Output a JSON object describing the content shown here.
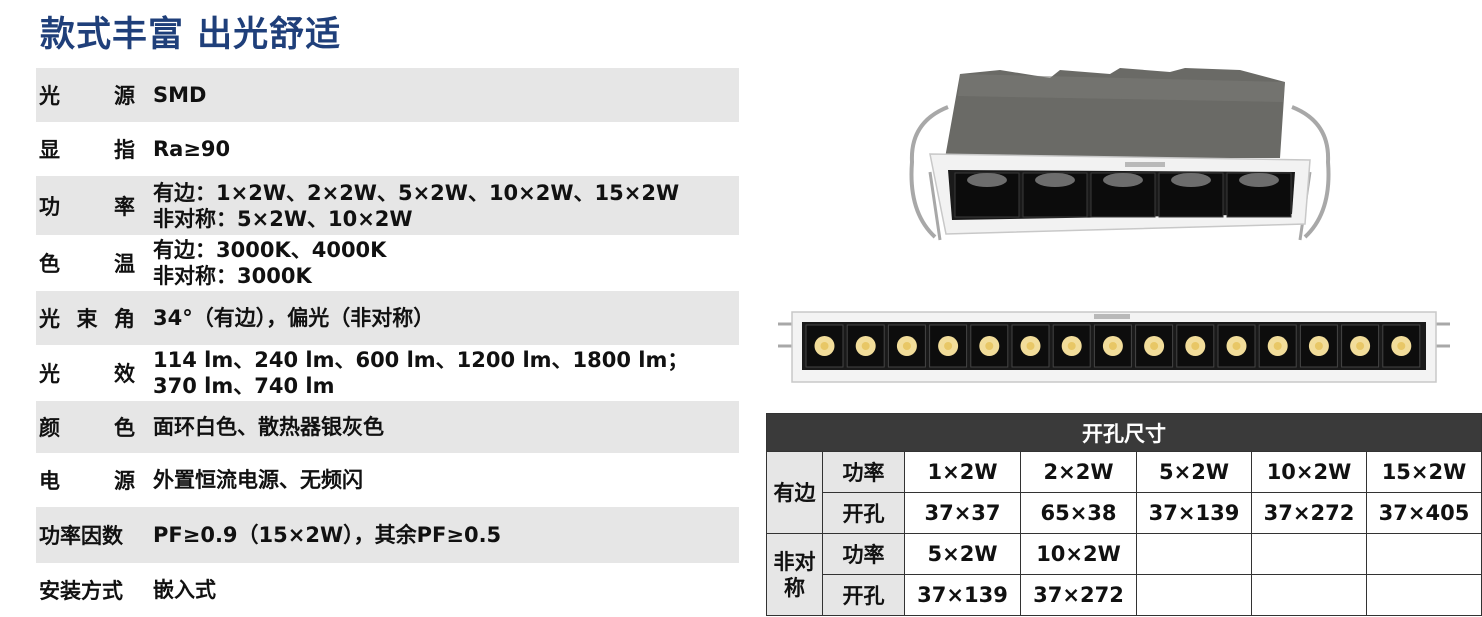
{
  "title": "款式丰富 出光舒适",
  "specs": [
    {
      "label": [
        "光",
        "源"
      ],
      "lines": [
        "SMD"
      ]
    },
    {
      "label": [
        "显",
        "指"
      ],
      "lines": [
        "Ra≥90"
      ]
    },
    {
      "label": [
        "功",
        "率"
      ],
      "lines": [
        "有边：1×2W、2×2W、5×2W、10×2W、15×2W",
        "非对称：5×2W、10×2W"
      ]
    },
    {
      "label": [
        "色",
        "温"
      ],
      "lines": [
        "有边：3000K、4000K",
        "非对称：3000K"
      ]
    },
    {
      "label": [
        "光",
        "束",
        "角"
      ],
      "lines": [
        "34°（有边），偏光（非对称）"
      ]
    },
    {
      "label": [
        "光",
        "效"
      ],
      "lines": [
        "114 lm、240 lm、600 lm、1200 lm、1800 lm；",
        "370 lm、740 lm"
      ]
    },
    {
      "label": [
        "颜",
        "色"
      ],
      "lines": [
        "面环白色、散热器银灰色"
      ]
    },
    {
      "label": [
        "电",
        "源"
      ],
      "lines": [
        "外置恒流电源、无频闪"
      ]
    },
    {
      "label": [
        "功率因数"
      ],
      "lines": [
        "PF≥0.9（15×2W），其余PF≥0.5"
      ]
    },
    {
      "label": [
        "安装方式"
      ],
      "lines": [
        "嵌入式"
      ]
    }
  ],
  "table": {
    "header": "开孔尺寸",
    "groups": [
      {
        "name": "有边",
        "rows": [
          {
            "label": "功率",
            "cells": [
              "1×2W",
              "2×2W",
              "5×2W",
              "10×2W",
              "15×2W"
            ]
          },
          {
            "label": "开孔",
            "cells": [
              "37×37",
              "65×38",
              "37×139",
              "37×272",
              "37×405"
            ]
          }
        ]
      },
      {
        "name": "非对称",
        "rows": [
          {
            "label": "功率",
            "cells": [
              "5×2W",
              "10×2W",
              "",
              "",
              ""
            ]
          },
          {
            "label": "开孔",
            "cells": [
              "37×139",
              "37×272",
              "",
              "",
              ""
            ]
          }
        ]
      }
    ]
  },
  "product_images": [
    {
      "name": "linear-spotlight-5-head",
      "lens_count": 5
    },
    {
      "name": "linear-spotlight-15-head",
      "lens_count": 15
    }
  ],
  "colors": {
    "title": "#1f3f7a",
    "shade": "#e6e6e6",
    "table_header": "#3a3a3a",
    "led": "#f2dd9a"
  }
}
